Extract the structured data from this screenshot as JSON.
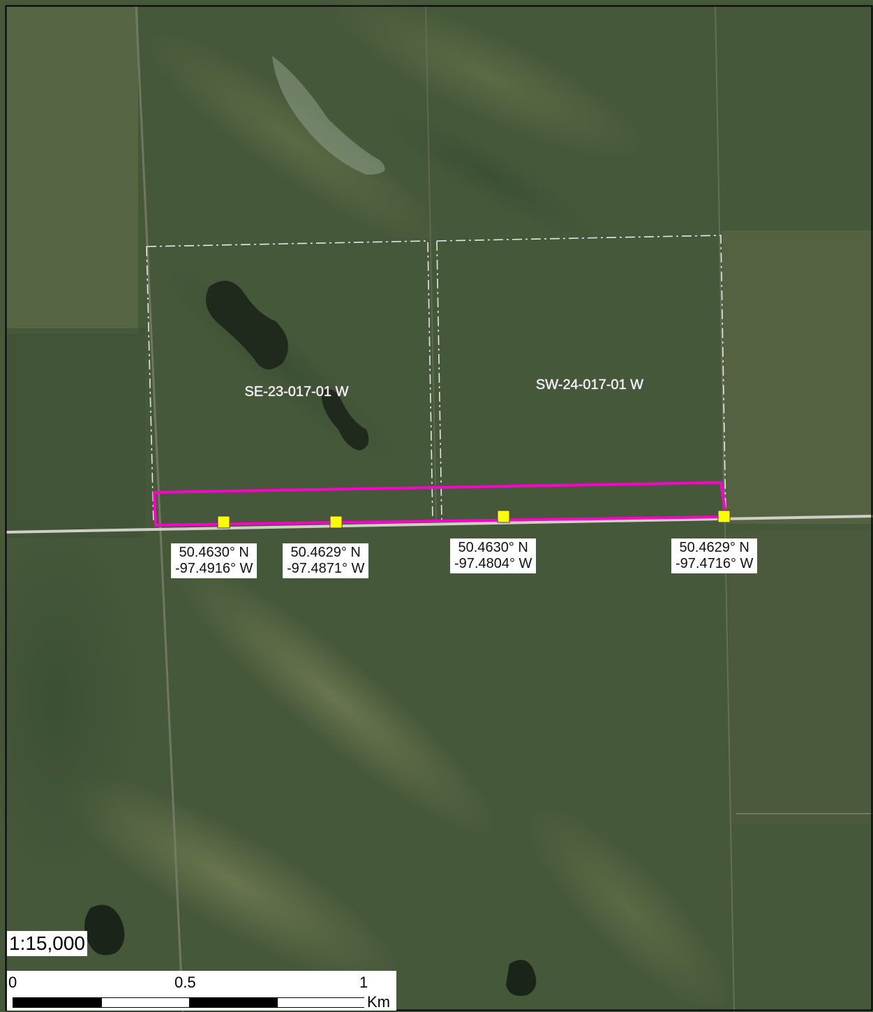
{
  "map": {
    "parcels": [
      {
        "label": "SE-23-017-01 W"
      },
      {
        "label": "SW-24-017-01 W"
      }
    ],
    "points": [
      {
        "lat": "50.4630° N",
        "lon": "-97.4916° W"
      },
      {
        "lat": "50.4629° N",
        "lon": "-97.4871° W"
      },
      {
        "lat": "50.4630° N",
        "lon": "-97.4804° W"
      },
      {
        "lat": "50.4629° N",
        "lon": "-97.4716° W"
      }
    ],
    "colors": {
      "boundary": "#ff00cc",
      "marker": "#ffff00",
      "road": "#cfcfc8",
      "parcel_line": "#e6e6e6"
    }
  },
  "scale": {
    "ratio": "1:15,000",
    "ticks": [
      "0",
      "0.5",
      "1"
    ],
    "unit": "Km"
  }
}
